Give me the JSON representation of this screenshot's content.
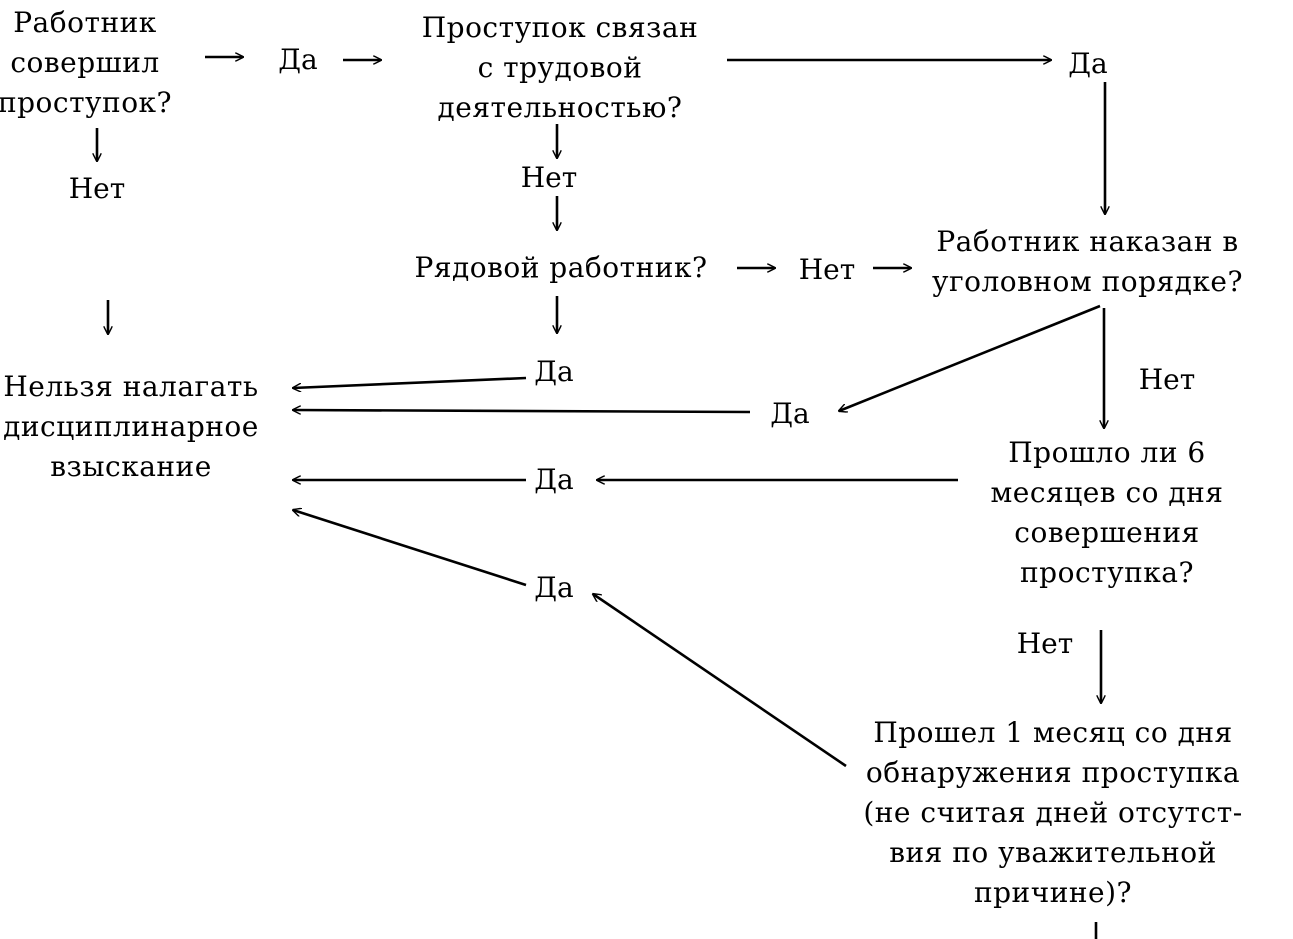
{
  "nodes": {
    "committed": [
      "Работник",
      "совершил",
      "проступок?"
    ],
    "work_related": [
      "Проступок связан",
      "с трудовой",
      "деятельностью?"
    ],
    "ordinary": [
      "Рядовой работник?"
    ],
    "criminal": [
      "Работник наказан в",
      "уголовном порядке?"
    ],
    "cannot": [
      "Нельзя налагать",
      "дисциплинарное",
      "взыскание"
    ],
    "six_months": [
      "Прошло ли 6",
      "месяцев со дня",
      "совершения",
      "проступка?"
    ],
    "one_month": [
      "Прошел 1 месяц со дня",
      "обнаружения проступка",
      "(не считая дней отсутст-",
      "вия по уважительной",
      "причине)?"
    ]
  },
  "labels": {
    "yes": "Да",
    "no": "Нет"
  }
}
